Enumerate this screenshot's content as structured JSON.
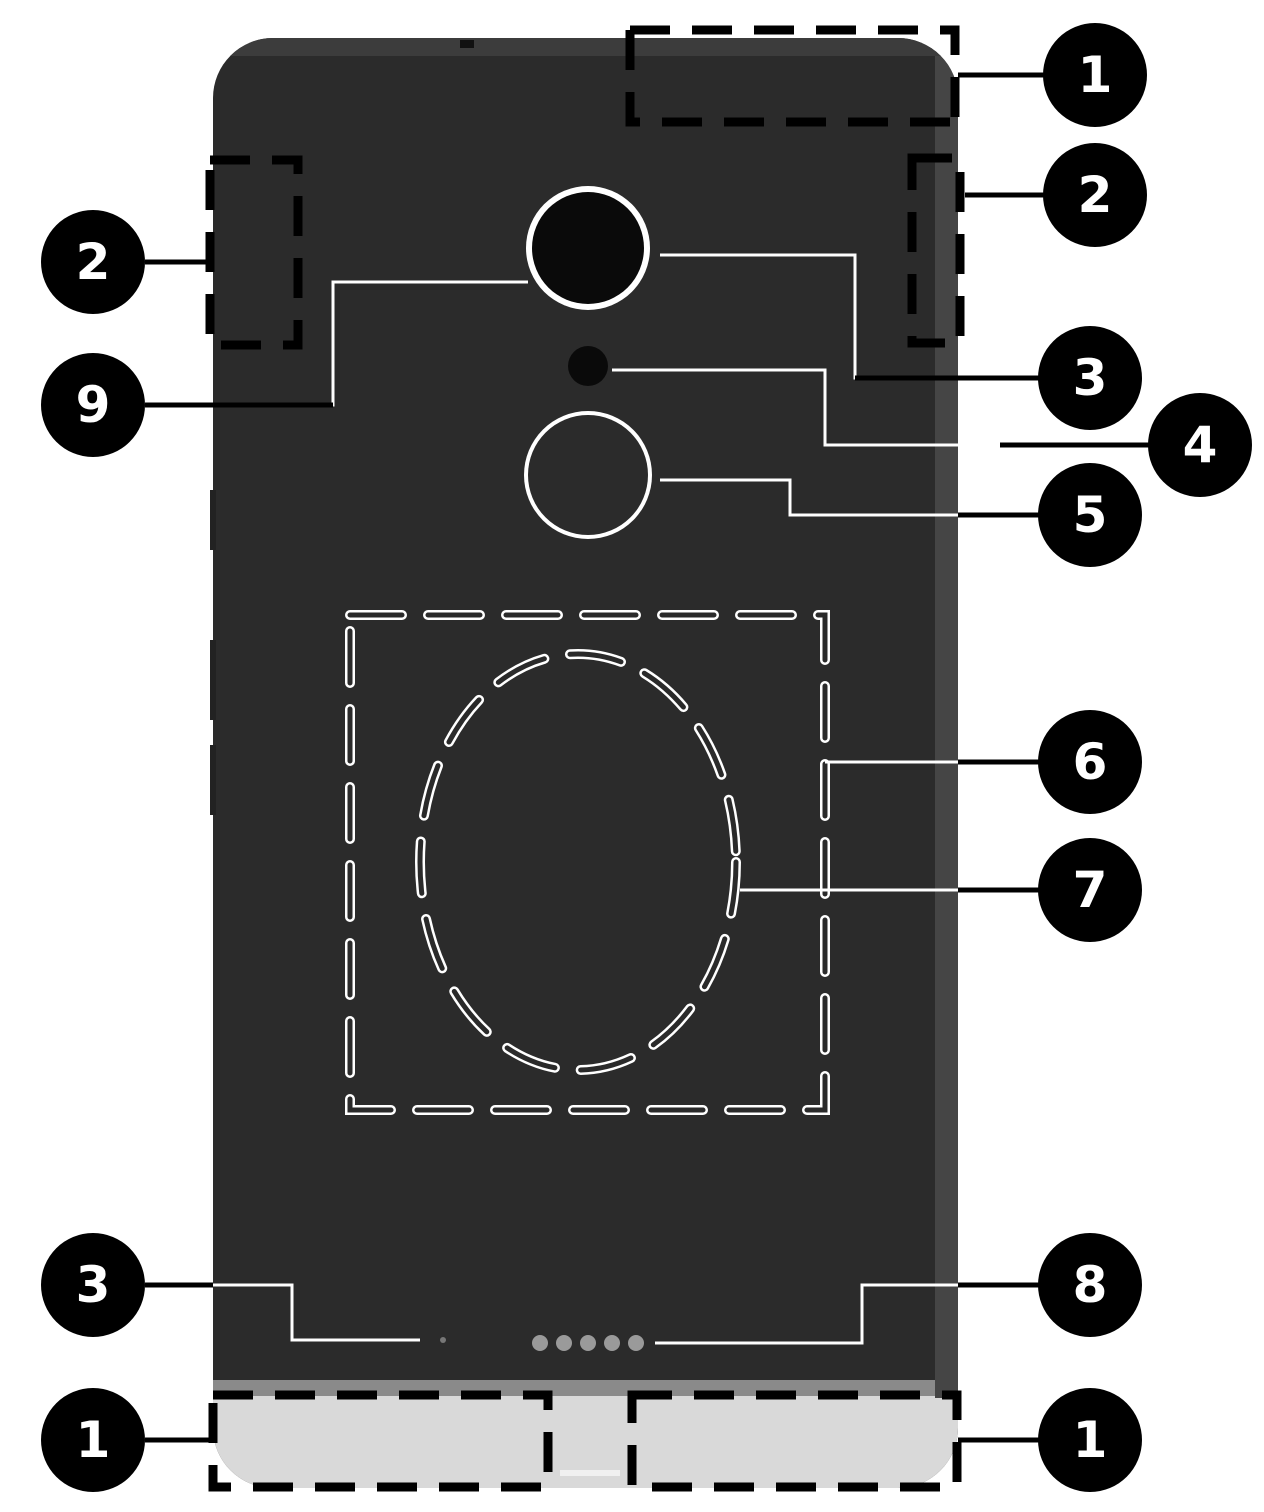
{
  "diagram": {
    "callouts": [
      {
        "id": "c1-top",
        "label": "1"
      },
      {
        "id": "c2-right",
        "label": "2"
      },
      {
        "id": "c2-left",
        "label": "2"
      },
      {
        "id": "c3-top",
        "label": "3"
      },
      {
        "id": "c9",
        "label": "9"
      },
      {
        "id": "c4",
        "label": "4"
      },
      {
        "id": "c5",
        "label": "5"
      },
      {
        "id": "c6",
        "label": "6"
      },
      {
        "id": "c7",
        "label": "7"
      },
      {
        "id": "c3-bottom",
        "label": "3"
      },
      {
        "id": "c8",
        "label": "8"
      },
      {
        "id": "c1-bottom-left",
        "label": "1"
      },
      {
        "id": "c1-bottom-right",
        "label": "1"
      }
    ],
    "colors": {
      "device_body": "#2b2b2b",
      "bottom_band": "#d9d9d9",
      "callout_fill": "#000000",
      "callout_text": "#ffffff"
    }
  }
}
